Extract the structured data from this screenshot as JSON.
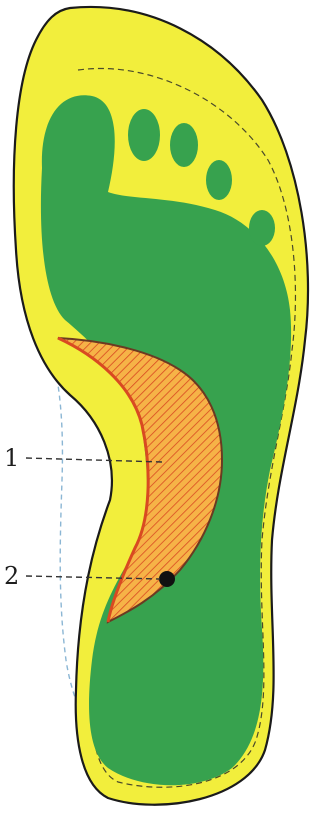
{
  "callouts": [
    {
      "label": "1"
    },
    {
      "label": "2"
    }
  ],
  "colors": {
    "insole_fill": "#f2ee3c",
    "insole_outline": "#1b1b1b",
    "footprint_fill": "#37a24e",
    "arch_fill": "#f6b347",
    "arch_hatch": "#d94a21",
    "arch_border": "#6b3a22",
    "guide_dashed_blue": "#8bb6d4",
    "leader_line": "#333333",
    "marker_dot": "#111111"
  },
  "icons": [
    "insole-outline",
    "footprint",
    "arch-support-pad",
    "reference-dot"
  ]
}
